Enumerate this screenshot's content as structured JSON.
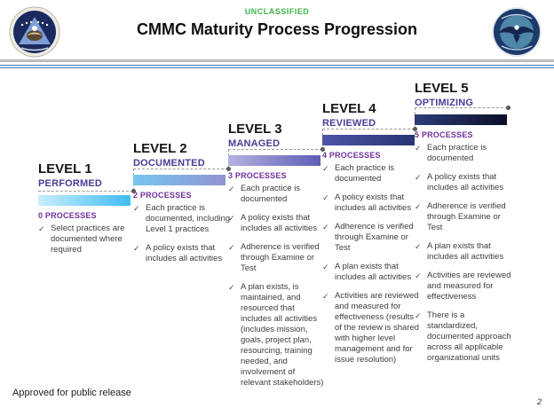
{
  "header": {
    "classification": "UNCLASSIFIED",
    "title": "CMMC Maturity Process Progression",
    "left_logo": "cmmc-accreditation-body-seal",
    "right_logo": "department-of-defense-seal"
  },
  "levels": [
    {
      "title": "LEVEL 1",
      "subtitle": "PERFORMED",
      "processes": "0 PROCESSES",
      "bar_colors": [
        "#c9edfb",
        "#3fbdf2"
      ],
      "bullets": [
        "Select practices are documented where required"
      ]
    },
    {
      "title": "LEVEL 2",
      "subtitle": "DOCUMENTED",
      "processes": "2 PROCESSES",
      "bar_colors": [
        "#77c6ef",
        "#9193d0"
      ],
      "bullets": [
        "Each practice is documented, including Level 1 practices",
        "A policy exists that includes all activities"
      ]
    },
    {
      "title": "LEVEL 3",
      "subtitle": "MANAGED",
      "processes": "3 PROCESSES",
      "bar_colors": [
        "#b3b2e1",
        "#5f5db4"
      ],
      "bullets": [
        "Each practice is documented",
        "A policy exists that includes all activities",
        "Adherence is verified through Examine or Test",
        "A plan exists, is maintained, and resourced that includes all activities (includes mission, goals, project plan, resourcing, training needed, and involvement of relevant stakeholders)"
      ]
    },
    {
      "title": "LEVEL 4",
      "subtitle": "REVIEWED",
      "processes": "4 PROCESSES",
      "bar_colors": [
        "#4c54a7",
        "#273572"
      ],
      "bullets": [
        "Each practice is documented",
        "A policy exists that includes all activities",
        "Adherence is verified through Examine or Test",
        "A plan exists that includes all activities",
        "Activities are reviewed and measured for effectiveness (results of the review is shared with higher level management and for issue resolution)"
      ]
    },
    {
      "title": "LEVEL 5",
      "subtitle": "OPTIMIZING",
      "processes": "5 PROCESSES",
      "bar_colors": [
        "#2d3c7a",
        "#0a0f26"
      ],
      "bullets": [
        "Each practice is documented",
        "A policy exists that includes all activities",
        "Adherence is verified through Examine or Test",
        "A plan exists that includes all activities",
        "Activities are reviewed and measured for effectiveness",
        "There is a standardized, documented approach across all applicable organizational units"
      ]
    }
  ],
  "footer": {
    "approval": "Approved for public release",
    "page_number": "2"
  },
  "colors": {
    "classification_green": "#3cb44a",
    "subtitle_indigo": "#4a3d96",
    "processes_purple": "#7030a0",
    "connector_gray": "#999999",
    "divider_blue": "#4f81bd"
  }
}
